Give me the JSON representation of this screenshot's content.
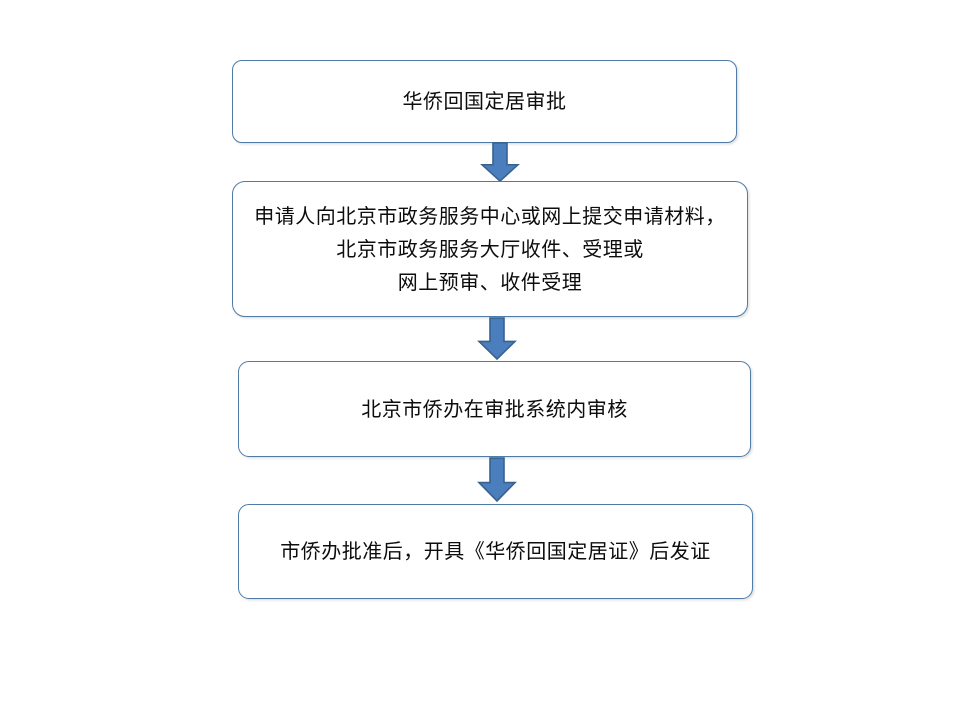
{
  "colors": {
    "box_border": "#4f7ba7",
    "arrow_fill": "#4a7ebc",
    "arrow_stroke": "#38618f",
    "text": "#0d0d0d",
    "background": "#ffffff"
  },
  "flowchart": {
    "steps": [
      {
        "name": "step-1-title",
        "lines": [
          "华侨回国定居审批"
        ]
      },
      {
        "name": "step-2-submit",
        "lines": [
          "申请人向北京市政务服务中心或网上提交申请材料，",
          "北京市政务服务大厅收件、受理或",
          "网上预审、收件受理"
        ]
      },
      {
        "name": "step-3-review",
        "lines": [
          "北京市侨办在审批系统内审核"
        ]
      },
      {
        "name": "step-4-issue",
        "lines": [
          "市侨办批准后，开具《华侨回国定居证》后发证"
        ]
      }
    ],
    "connectors": [
      {
        "icon": "down-arrow"
      },
      {
        "icon": "down-arrow"
      },
      {
        "icon": "down-arrow"
      }
    ]
  }
}
